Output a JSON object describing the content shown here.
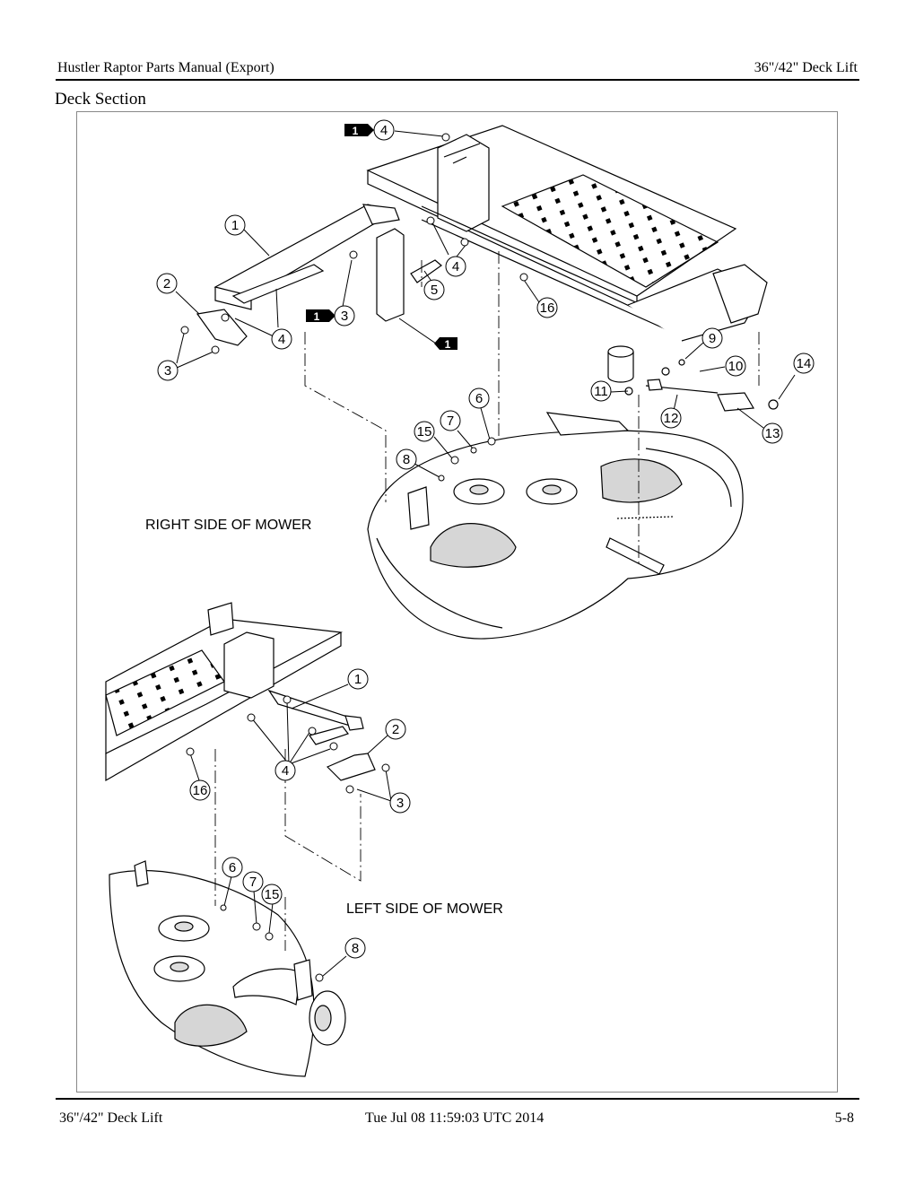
{
  "header": {
    "left": "Hustler Raptor Parts Manual (Export)",
    "right": "36\"/42\" Deck Lift"
  },
  "section_title": "Deck Section",
  "diagram": {
    "labels": {
      "right_side": "RIGHT SIDE OF MOWER",
      "left_side": "LEFT SIDE OF MOWER"
    },
    "badge_text": "1",
    "callouts": {
      "r_4_top": "4",
      "r_1": "1",
      "r_2": "2",
      "r_3_a": "3",
      "r_3_b": "3",
      "r_4_a": "4",
      "r_4_b": "4",
      "r_5": "5",
      "r_16": "16",
      "r_9": "9",
      "r_10": "10",
      "r_11": "11",
      "r_12": "12",
      "r_13": "13",
      "r_14": "14",
      "r_6": "6",
      "r_7": "7",
      "r_15": "15",
      "r_8": "8",
      "l_1": "1",
      "l_2": "2",
      "l_4": "4",
      "l_3": "3",
      "l_16": "16",
      "l_6": "6",
      "l_7": "7",
      "l_15": "15",
      "l_8": "8"
    }
  },
  "footer": {
    "left": "36\"/42\" Deck Lift",
    "center": "Tue Jul 08 11:59:03 UTC 2014",
    "right": "5-8"
  }
}
